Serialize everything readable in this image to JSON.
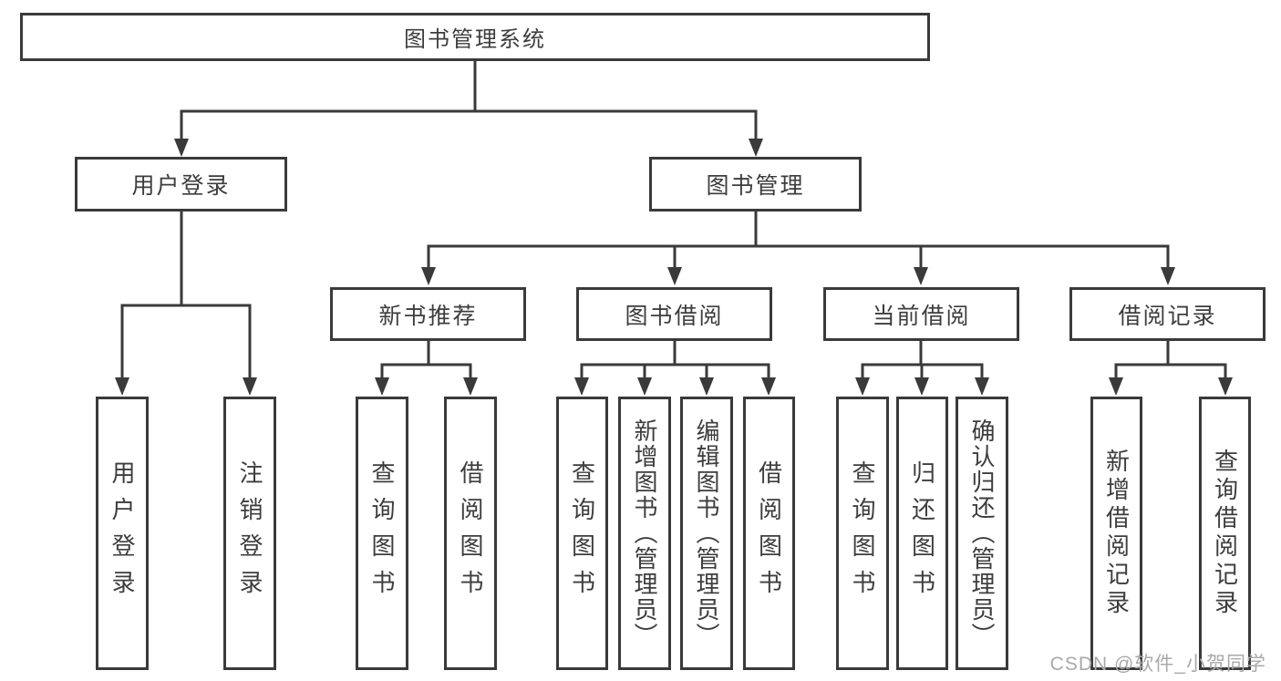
{
  "colors": {
    "line": "#3a3a3a",
    "text": "#3d3d3d",
    "background": "#ffffff",
    "watermark": "#a9a9a9"
  },
  "diagram": {
    "root": "图书管理系统",
    "branches": [
      {
        "label": "用户登录",
        "children": [
          {
            "label": "用户登录"
          },
          {
            "label": "注销登录"
          }
        ]
      },
      {
        "label": "图书管理",
        "children": [
          {
            "label": "新书推荐",
            "children": [
              {
                "label": "查询图书"
              },
              {
                "label": "借阅图书"
              }
            ]
          },
          {
            "label": "图书借阅",
            "children": [
              {
                "label": "查询图书"
              },
              {
                "label": "新增图书（管理员）"
              },
              {
                "label": "编辑图书（管理员）"
              },
              {
                "label": "借阅图书"
              }
            ]
          },
          {
            "label": "当前借阅",
            "children": [
              {
                "label": "查询图书"
              },
              {
                "label": "归还图书"
              },
              {
                "label": "确认归还（管理员）"
              }
            ]
          },
          {
            "label": "借阅记录",
            "children": [
              {
                "label": "新增借阅记录"
              },
              {
                "label": "查询借阅记录"
              }
            ]
          }
        ]
      }
    ]
  },
  "watermark": {
    "text": "CSDN @软件_小贺同学"
  }
}
